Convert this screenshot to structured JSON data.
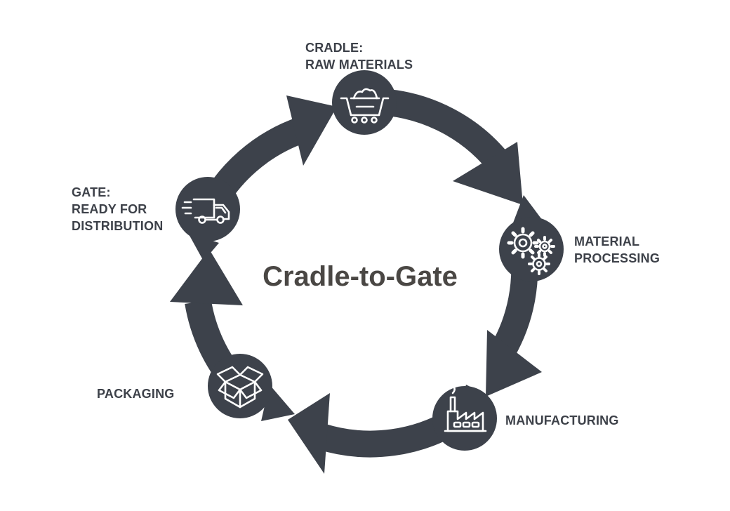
{
  "center_title": "Cradle-to-Gate",
  "colors": {
    "ring": "#3d424b",
    "icon_stroke": "#ffffff",
    "text": "#3d4149",
    "title": "#4a4744"
  },
  "stages": [
    {
      "id": "cradle",
      "icon": "mine-cart-icon",
      "lines": [
        "CRADLE:",
        "RAW MATERIALS"
      ]
    },
    {
      "id": "processing",
      "icon": "gears-icon",
      "lines": [
        "MATERIAL",
        "PROCESSING"
      ]
    },
    {
      "id": "manufacturing",
      "icon": "factory-icon",
      "lines": [
        "MANUFACTURING"
      ]
    },
    {
      "id": "packaging",
      "icon": "open-box-icon",
      "lines": [
        "PACKAGING"
      ]
    },
    {
      "id": "gate",
      "icon": "delivery-truck-icon",
      "lines": [
        "GATE:",
        "READY FOR",
        "DISTRIBUTION"
      ]
    }
  ]
}
